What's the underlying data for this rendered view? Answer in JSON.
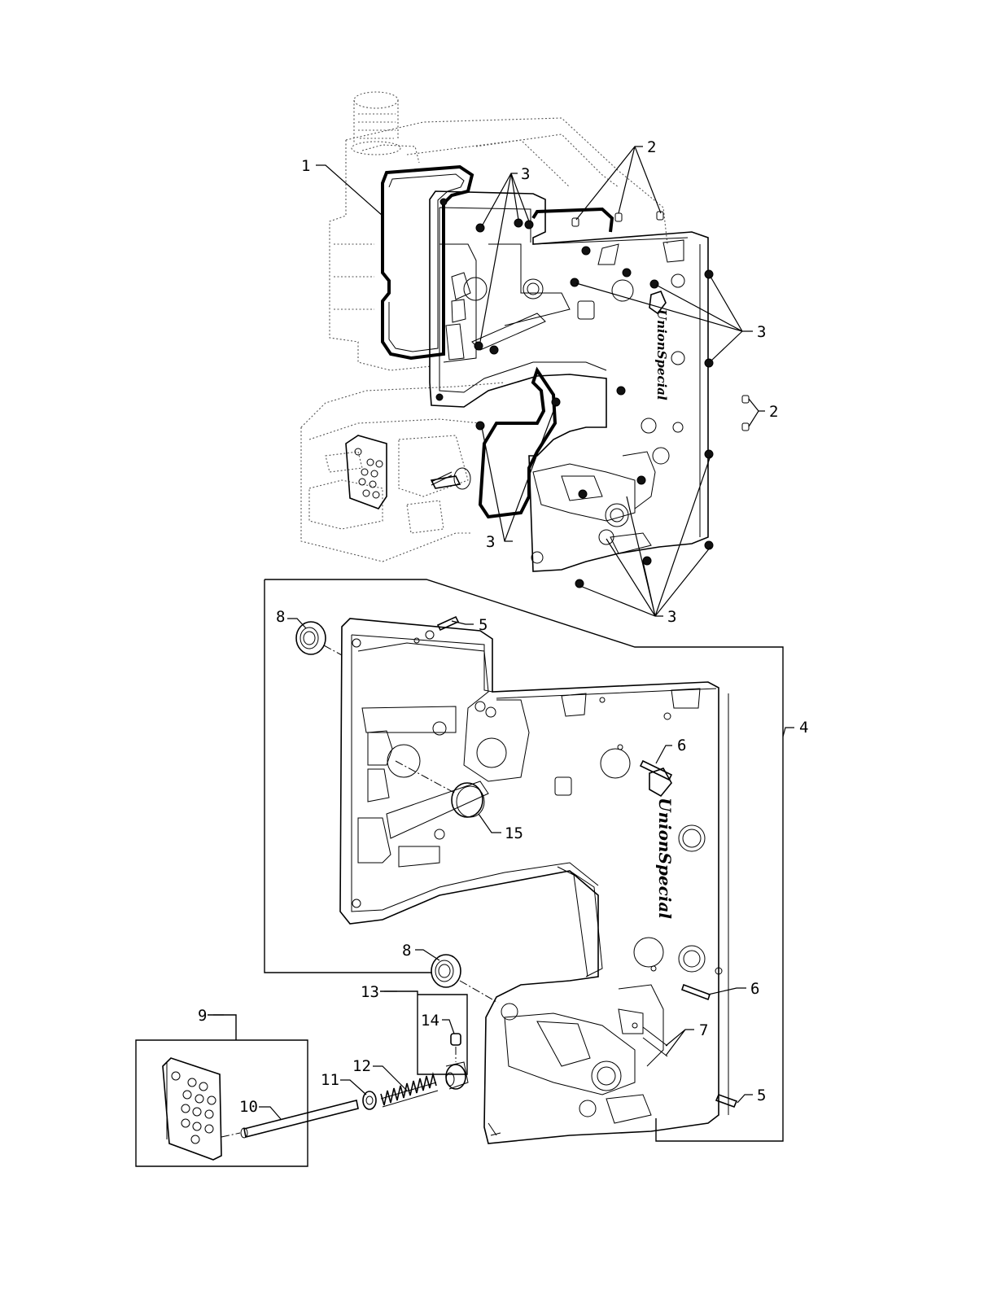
{
  "brand_text": "UnionSpecial",
  "callouts": [
    {
      "id": "c1",
      "label": "1"
    },
    {
      "id": "c2a",
      "label": "2"
    },
    {
      "id": "c3a",
      "label": "3"
    },
    {
      "id": "c3b",
      "label": "3"
    },
    {
      "id": "c2b",
      "label": "2"
    },
    {
      "id": "c3c",
      "label": "3"
    },
    {
      "id": "c3d",
      "label": "3"
    },
    {
      "id": "c8a",
      "label": "8"
    },
    {
      "id": "c5a",
      "label": "5"
    },
    {
      "id": "c4",
      "label": "4"
    },
    {
      "id": "c6a",
      "label": "6"
    },
    {
      "id": "c15",
      "label": "15"
    },
    {
      "id": "c8b",
      "label": "8"
    },
    {
      "id": "c6b",
      "label": "6"
    },
    {
      "id": "c13",
      "label": "13"
    },
    {
      "id": "c14",
      "label": "14"
    },
    {
      "id": "c7",
      "label": "7"
    },
    {
      "id": "c9",
      "label": "9"
    },
    {
      "id": "c12",
      "label": "12"
    },
    {
      "id": "c11",
      "label": "11"
    },
    {
      "id": "c10",
      "label": "10"
    },
    {
      "id": "c5b",
      "label": "5"
    }
  ]
}
